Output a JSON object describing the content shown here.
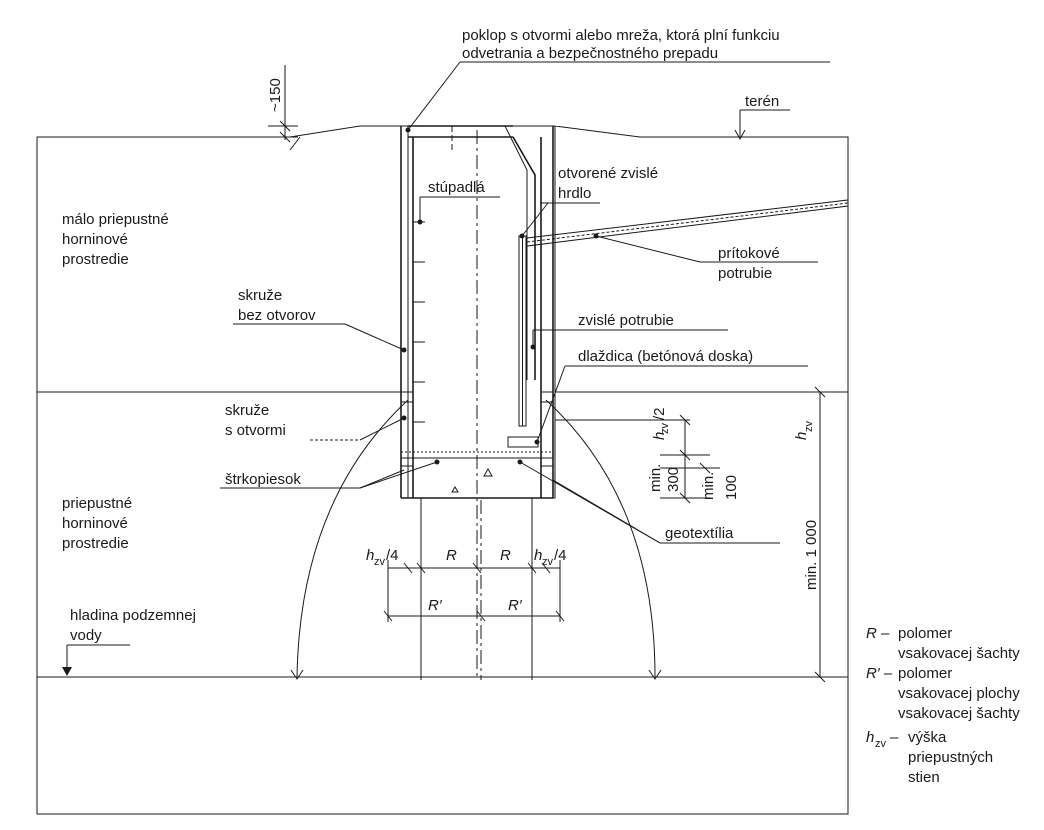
{
  "labels": {
    "lid": [
      "poklop s otvormi alebo mreža, ktorá plní funkciu",
      "odvetrania a bezpečnostného prepadu"
    ],
    "terrain": "terén",
    "depth_150": "~150",
    "poor_soil": [
      "málo priepustné",
      "horninové",
      "prostredie"
    ],
    "permeable_soil": [
      "priepustné",
      "horninové",
      "prostredie"
    ],
    "steps": "stúpadlá",
    "open_neck": [
      "otvorené zvislé",
      "hrdlo"
    ],
    "inflow_pipe": [
      "prítokové",
      "potrubie"
    ],
    "rings_solid": [
      "skruže",
      "bez otvorov"
    ],
    "vertical_pipe": "zvislé potrubie",
    "slab": "dlaždica (betónová doska)",
    "rings_holes": [
      "skruže",
      "s otvormi"
    ],
    "gravel": "štrkopiesok",
    "geotextile": "geotextília",
    "groundwater": [
      "hladina podzemnej",
      "vody"
    ],
    "hzv": "h",
    "hzv_sub": "zv",
    "slash2": "/2",
    "slash4": "/4",
    "min300": [
      "min.",
      "300"
    ],
    "min100": [
      "min.",
      "100"
    ],
    "min1000": "min. 1 000",
    "R": "R",
    "Rp": "R′"
  },
  "legend": {
    "r_sym": "R –",
    "r_text": [
      "polomer",
      "vsakovacej šachty"
    ],
    "rp_sym": "R′ –",
    "rp_text": [
      "polomer",
      "vsakovacej plochy",
      "vsakovacej šachty"
    ],
    "h_sym": "h",
    "h_sub": "zv",
    "h_dash": "–",
    "h_text": [
      "výška",
      "priepustných",
      "stien"
    ]
  }
}
